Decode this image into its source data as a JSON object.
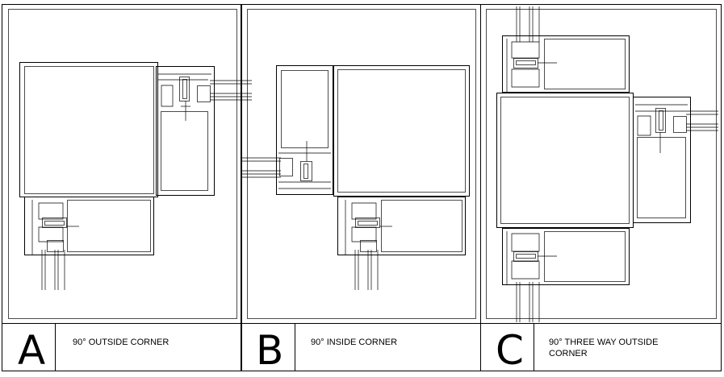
{
  "panels": [
    {
      "letter": "A",
      "caption_line1": "90° OUTSIDE CORNER",
      "caption_line2": ""
    },
    {
      "letter": "B",
      "caption_line1": "90° INSIDE CORNER",
      "caption_line2": ""
    },
    {
      "letter": "C",
      "caption_line1": "90° THREE WAY OUTSIDE",
      "caption_line2": "CORNER"
    }
  ]
}
